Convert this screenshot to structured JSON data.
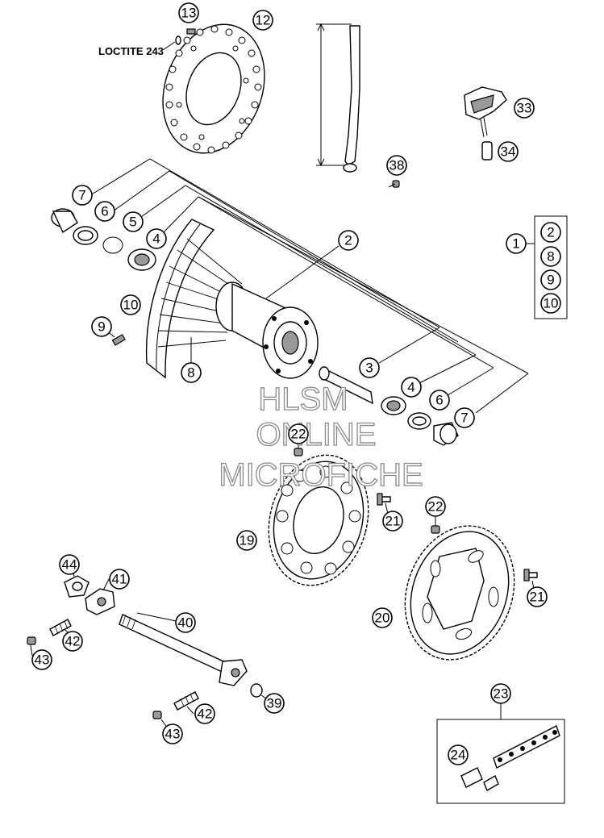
{
  "note": "LOCTITE 243",
  "watermark": [
    "HLSM",
    "ONLINE",
    "MICROFICHE"
  ],
  "callouts": {
    "c13": "13",
    "c12": "12",
    "c33": "33",
    "c34": "34",
    "c38": "38",
    "c7a": "7",
    "c6a": "6",
    "c5": "5",
    "c4a": "4",
    "c2": "2",
    "c1": "1",
    "k2": "2",
    "k8": "8",
    "k9": "9",
    "k10": "10",
    "c10": "10",
    "c9": "9",
    "c8": "8",
    "c3": "3",
    "c4b": "4",
    "c6b": "6",
    "c7b": "7",
    "c22a": "22",
    "c21a": "21",
    "c19": "19",
    "c22b": "22",
    "c21b": "21",
    "c20": "20",
    "c44": "44",
    "c41": "41",
    "c40": "40",
    "c42a": "42",
    "c43a": "43",
    "c39": "39",
    "c42b": "42",
    "c43b": "43",
    "c23": "23",
    "c24": "24"
  }
}
